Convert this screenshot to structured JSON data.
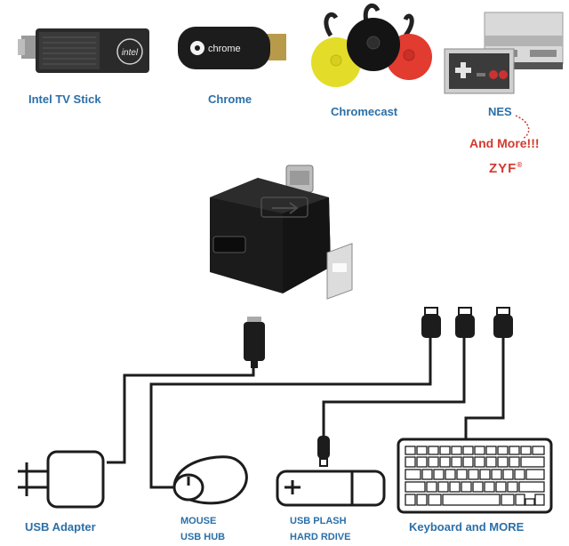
{
  "devices": {
    "intel_tv_stick": "Intel TV Stick",
    "intel_logo_text": "intel",
    "chrome": "Chrome",
    "chrome_logo_text": "chrome",
    "chromecast": "Chromecast",
    "nes": "NES",
    "and_more": "And More!!!",
    "brand": "ZYF",
    "brand_mark": "®"
  },
  "peripherals": {
    "usb_adapter": "USB Adapter",
    "mouse": "MOUSE",
    "usb_hub": "USB HUB",
    "usb_flash": "USB PLASH",
    "hard_drive": "HARD RDIVE",
    "keyboard": "Keyboard and MORE"
  },
  "colors": {
    "label_blue": "#2b6fa8",
    "accent_red": "#d33a2f",
    "device_black": "#1c1c1c"
  }
}
